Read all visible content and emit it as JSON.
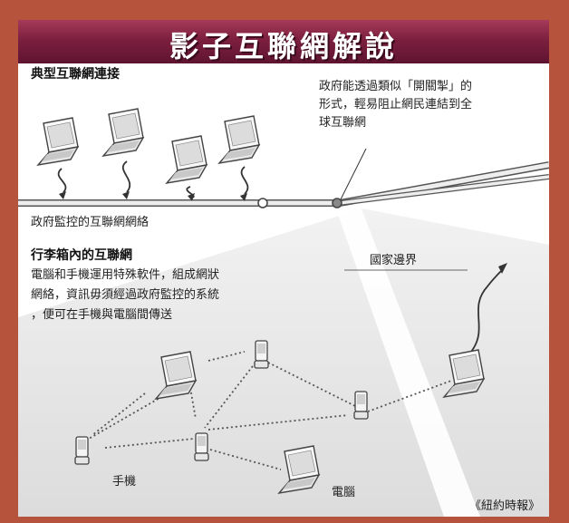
{
  "title": "影子互聯網解說",
  "section_typical": "典型互聯網連接",
  "gov_note_lines": [
    "政府能透過類似「開關掣」的",
    "形式，輕易阻止網民連結到全",
    "球互聯網"
  ],
  "gov_network_label": "政府監控的互聯網網絡",
  "section_suitcase": "行李箱內的互聯網",
  "suitcase_desc_lines": [
    "電腦和手機運用特殊軟件，組成網狀",
    "網絡，資訊毋須經過政府監控的系統",
    "，便可在手機與電腦間傳送"
  ],
  "border_label": "國家邊界",
  "phone_label": "手機",
  "computer_label": "電腦",
  "source": "《紐約時報》",
  "colors": {
    "background": "#b5533c",
    "banner": "#7d1f3f"
  }
}
